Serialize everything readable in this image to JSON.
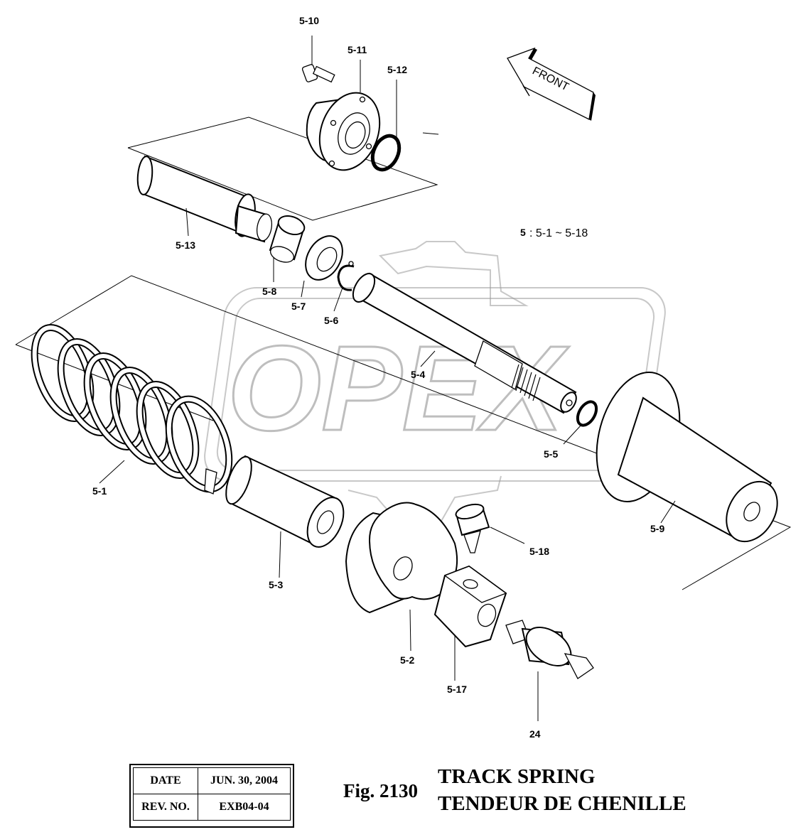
{
  "figure": {
    "number_label": "Fig. 2130",
    "title_en": "TRACK SPRING",
    "title_fr": "TENDEUR DE CHENILLE"
  },
  "info_box": {
    "date_label": "DATE",
    "date_value": "JUN. 30, 2004",
    "rev_label": "REV. NO.",
    "rev_value": "EXB04-04"
  },
  "direction_arrow": {
    "label": "FRONT"
  },
  "assembly_note": {
    "key": "5",
    "range": ": 5-1 ~ 5-18"
  },
  "watermark": {
    "text": "OPEX"
  },
  "callouts": {
    "c5_10": "5-10",
    "c5_11": "5-11",
    "c5_12": "5-12",
    "c5_13": "5-13",
    "c5_8": "5-8",
    "c5_7": "5-7",
    "c5_6": "5-6",
    "c5_4": "5-4",
    "c5_5": "5-5",
    "c5_9": "5-9",
    "c5_1": "5-1",
    "c5_3": "5-3",
    "c5_2": "5-2",
    "c5_17": "5-17",
    "c5_18": "5-18",
    "c24": "24"
  }
}
